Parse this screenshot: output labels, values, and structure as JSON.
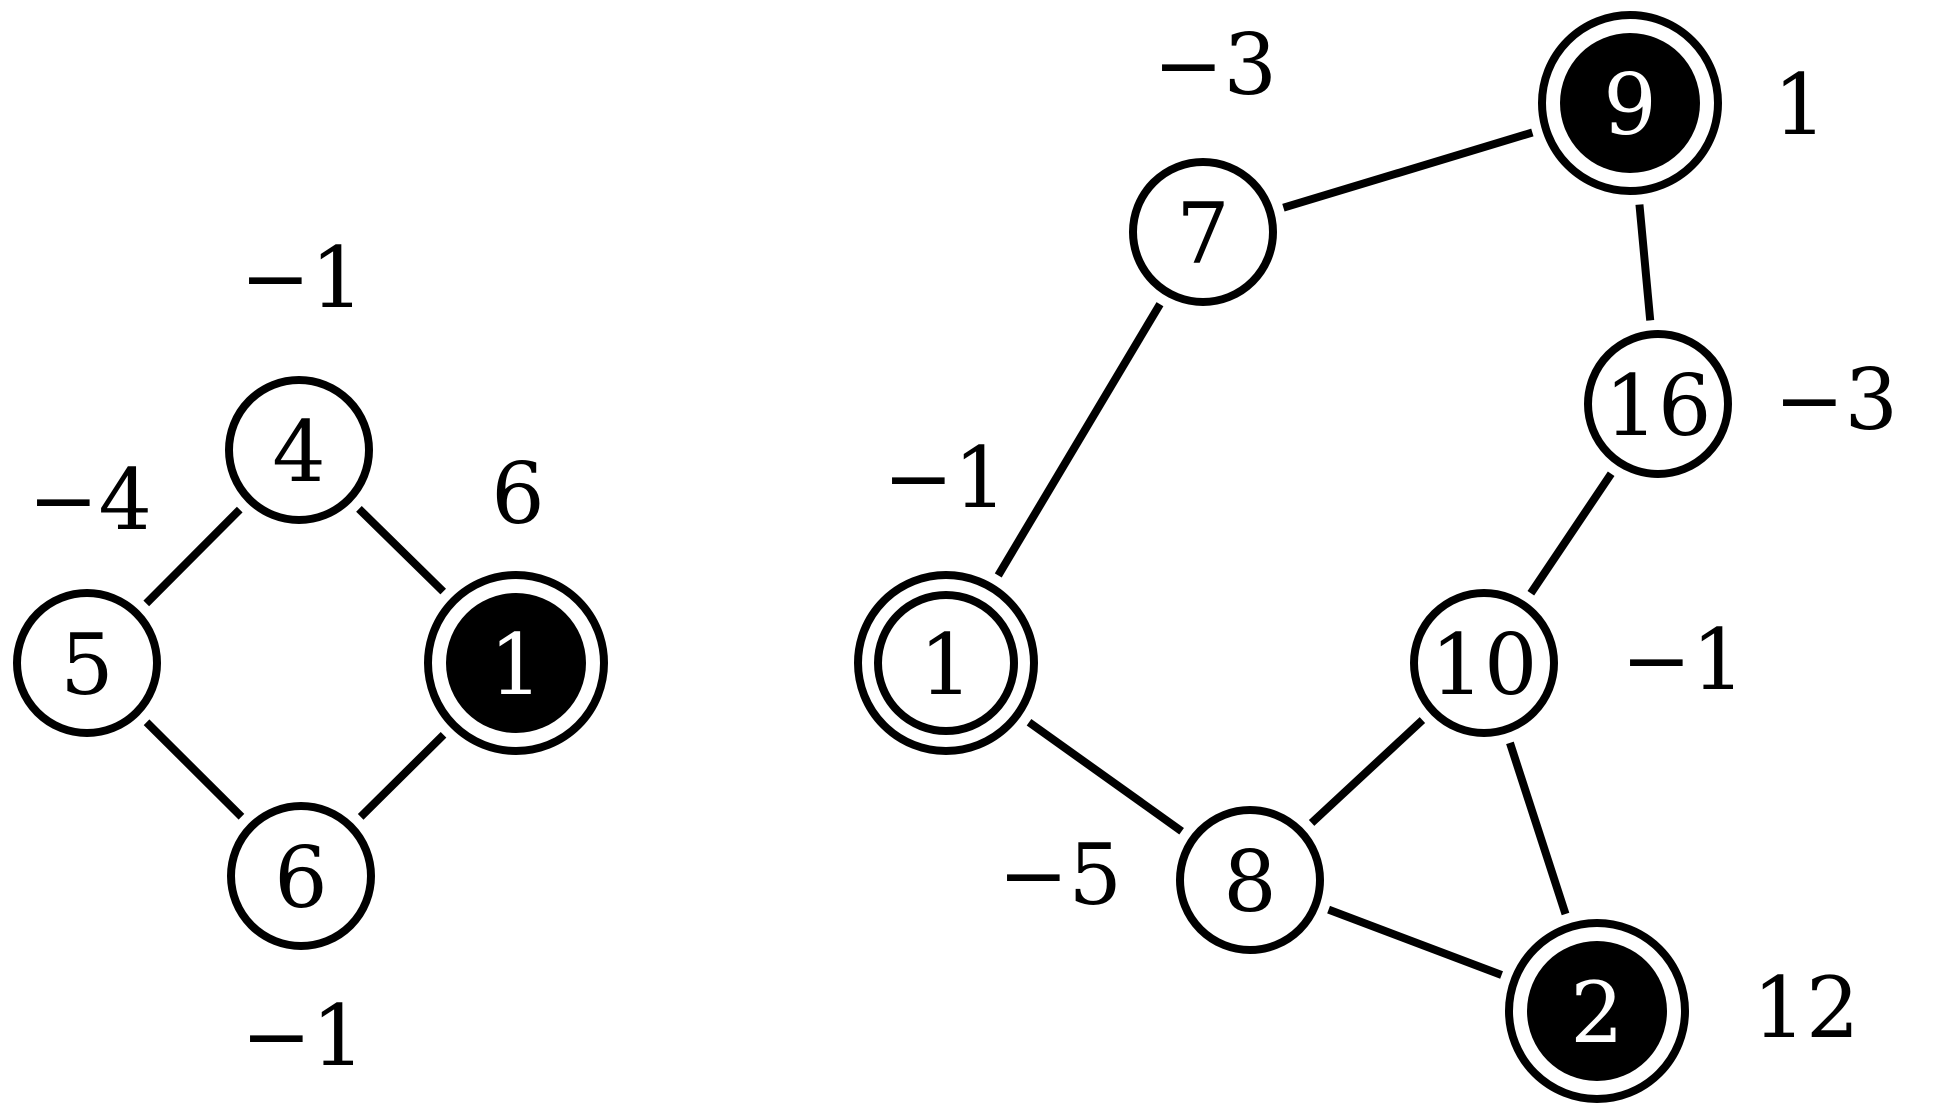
{
  "graphs": [
    {
      "id": "left",
      "nodes": [
        {
          "id": "n4",
          "label": "4",
          "style": "plain",
          "weight": "−1"
        },
        {
          "id": "n5",
          "label": "5",
          "style": "plain",
          "weight": "−4"
        },
        {
          "id": "n1",
          "label": "1",
          "style": "filled",
          "weight": "6"
        },
        {
          "id": "n6",
          "label": "6",
          "style": "plain",
          "weight": "−1"
        }
      ],
      "edges": [
        [
          "n4",
          "n5"
        ],
        [
          "n4",
          "n1"
        ],
        [
          "n5",
          "n6"
        ],
        [
          "n6",
          "n1"
        ]
      ]
    },
    {
      "id": "right",
      "nodes": [
        {
          "id": "m7",
          "label": "7",
          "style": "plain",
          "weight": "−3"
        },
        {
          "id": "m9",
          "label": "9",
          "style": "filled",
          "weight": "1"
        },
        {
          "id": "m16",
          "label": "16",
          "style": "plain",
          "weight": "−3"
        },
        {
          "id": "m1",
          "label": "1",
          "style": "double",
          "weight": "−1"
        },
        {
          "id": "m10",
          "label": "10",
          "style": "plain",
          "weight": "−1"
        },
        {
          "id": "m8",
          "label": "8",
          "style": "plain",
          "weight": "−5"
        },
        {
          "id": "m2",
          "label": "2",
          "style": "filled",
          "weight": "12"
        }
      ],
      "edges": [
        [
          "m7",
          "m9"
        ],
        [
          "m9",
          "m16"
        ],
        [
          "m7",
          "m1"
        ],
        [
          "m16",
          "m10"
        ],
        [
          "m1",
          "m8"
        ],
        [
          "m10",
          "m8"
        ],
        [
          "m10",
          "m2"
        ],
        [
          "m8",
          "m2"
        ]
      ]
    }
  ]
}
